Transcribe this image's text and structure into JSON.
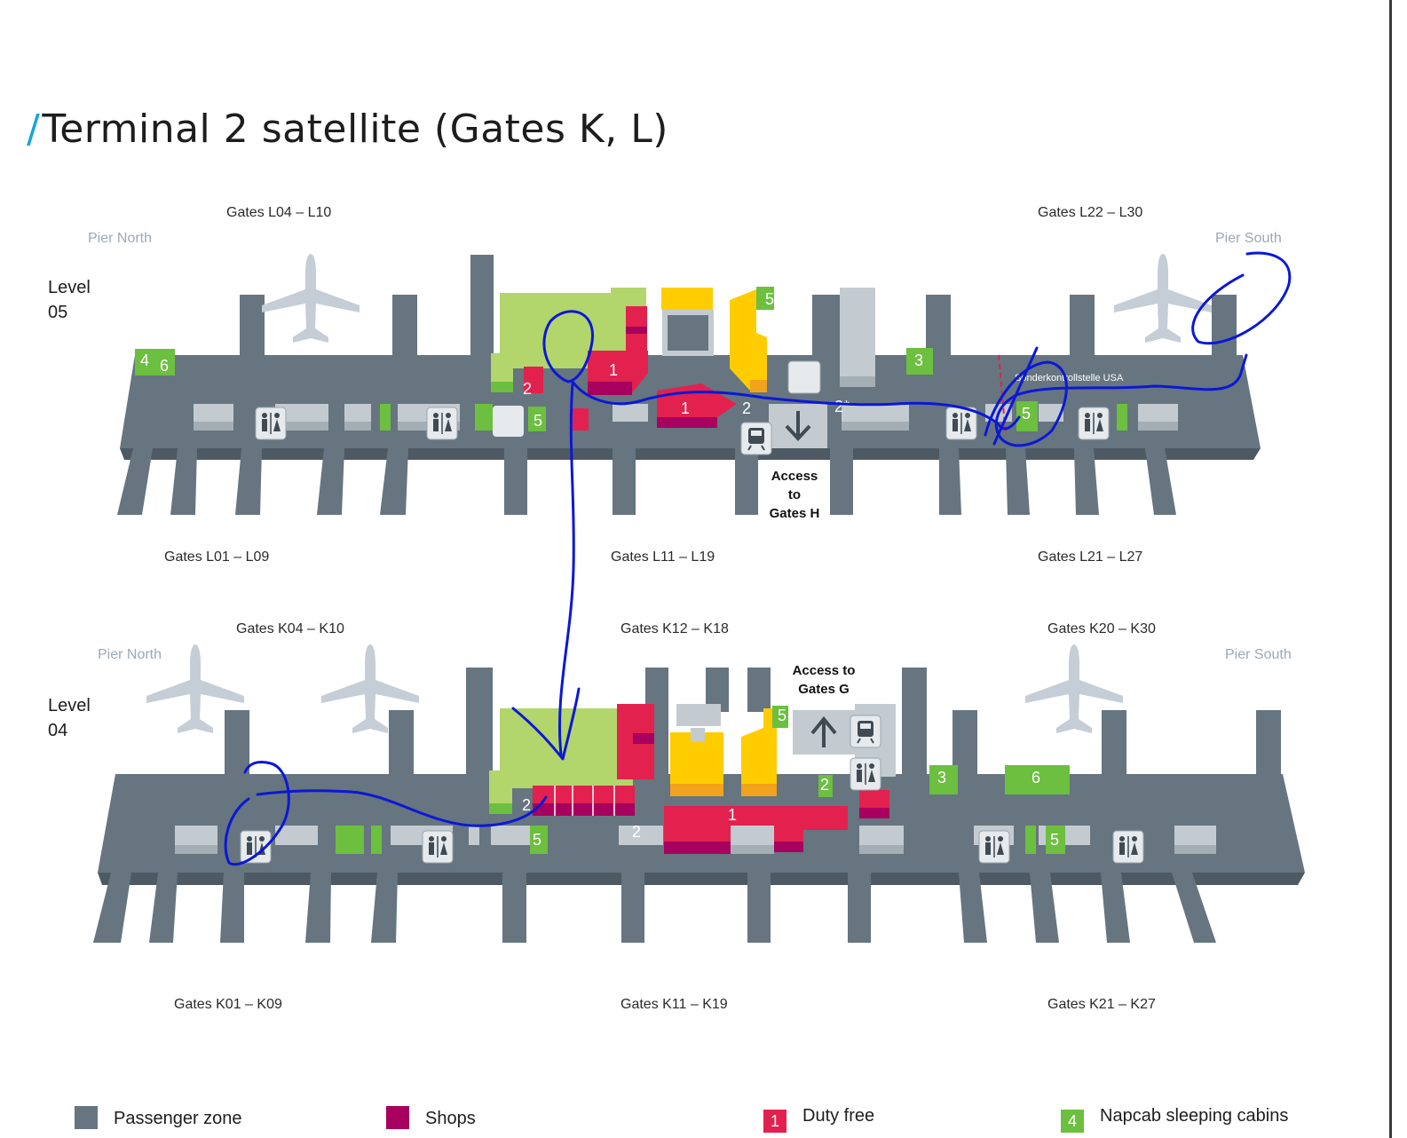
{
  "title": {
    "slash": "/",
    "text": "Terminal 2 satellite (Gates K, L)"
  },
  "colors": {
    "passenger_zone": "#66757f",
    "shops": "#a8005f",
    "duty_free": "#e2214f",
    "sleeping_cabins": "#6cbf3f",
    "food": "#ffcc00",
    "lounge": "#b2d56c",
    "service": "#c3cbd1",
    "annotation_ink": "#0b18d6",
    "title_slash": "#1aa3d8"
  },
  "level05": {
    "level_label": "Level",
    "level_number": "05",
    "pier_north": "Pier North",
    "pier_south": "Pier South",
    "gates_top_left": "Gates L04 – L10",
    "gates_top_right": "Gates L22 – L30",
    "gates_bottom_left": "Gates L01 – L09",
    "gates_bottom_mid": "Gates L11 – L19",
    "gates_bottom_right": "Gates L21 – L27",
    "access_line1": "Access",
    "access_line2": "to",
    "access_line3": "Gates H",
    "border_control": "Sonderkontrollstelle USA",
    "area_numbers": [
      "4",
      "6",
      "2",
      "5",
      "1",
      "1",
      "2",
      "2*",
      "5",
      "3",
      "5"
    ]
  },
  "level04": {
    "level_label": "Level",
    "level_number": "04",
    "pier_north": "Pier North",
    "pier_south": "Pier South",
    "gates_top_left": "Gates K04 – K10",
    "gates_top_mid": "Gates K12 – K18",
    "gates_top_right": "Gates K20 – K30",
    "gates_bottom_left": "Gates K01 – K09",
    "gates_bottom_mid": "Gates K11 – K19",
    "gates_bottom_right": "Gates K21 – K27",
    "access_line1": "Access to",
    "access_line2": "Gates G",
    "area_numbers": [
      "2",
      "5",
      "2",
      "1",
      "5",
      "2",
      "3",
      "6",
      "5"
    ]
  },
  "legend": [
    {
      "label": "Passenger zone",
      "swatch": "passenger-zone",
      "number": ""
    },
    {
      "label": "Shops",
      "swatch": "shops",
      "number": ""
    },
    {
      "label": "Duty free",
      "swatch": "duty-free",
      "number": "1"
    },
    {
      "label": "Napcab sleeping cabins",
      "swatch": "napcab",
      "number": "4"
    }
  ],
  "icons": [
    "airplane-icon",
    "restroom-icon",
    "train-icon",
    "shower-icon",
    "arrow-down-icon",
    "arrow-up-icon",
    "info-desk-icon"
  ]
}
